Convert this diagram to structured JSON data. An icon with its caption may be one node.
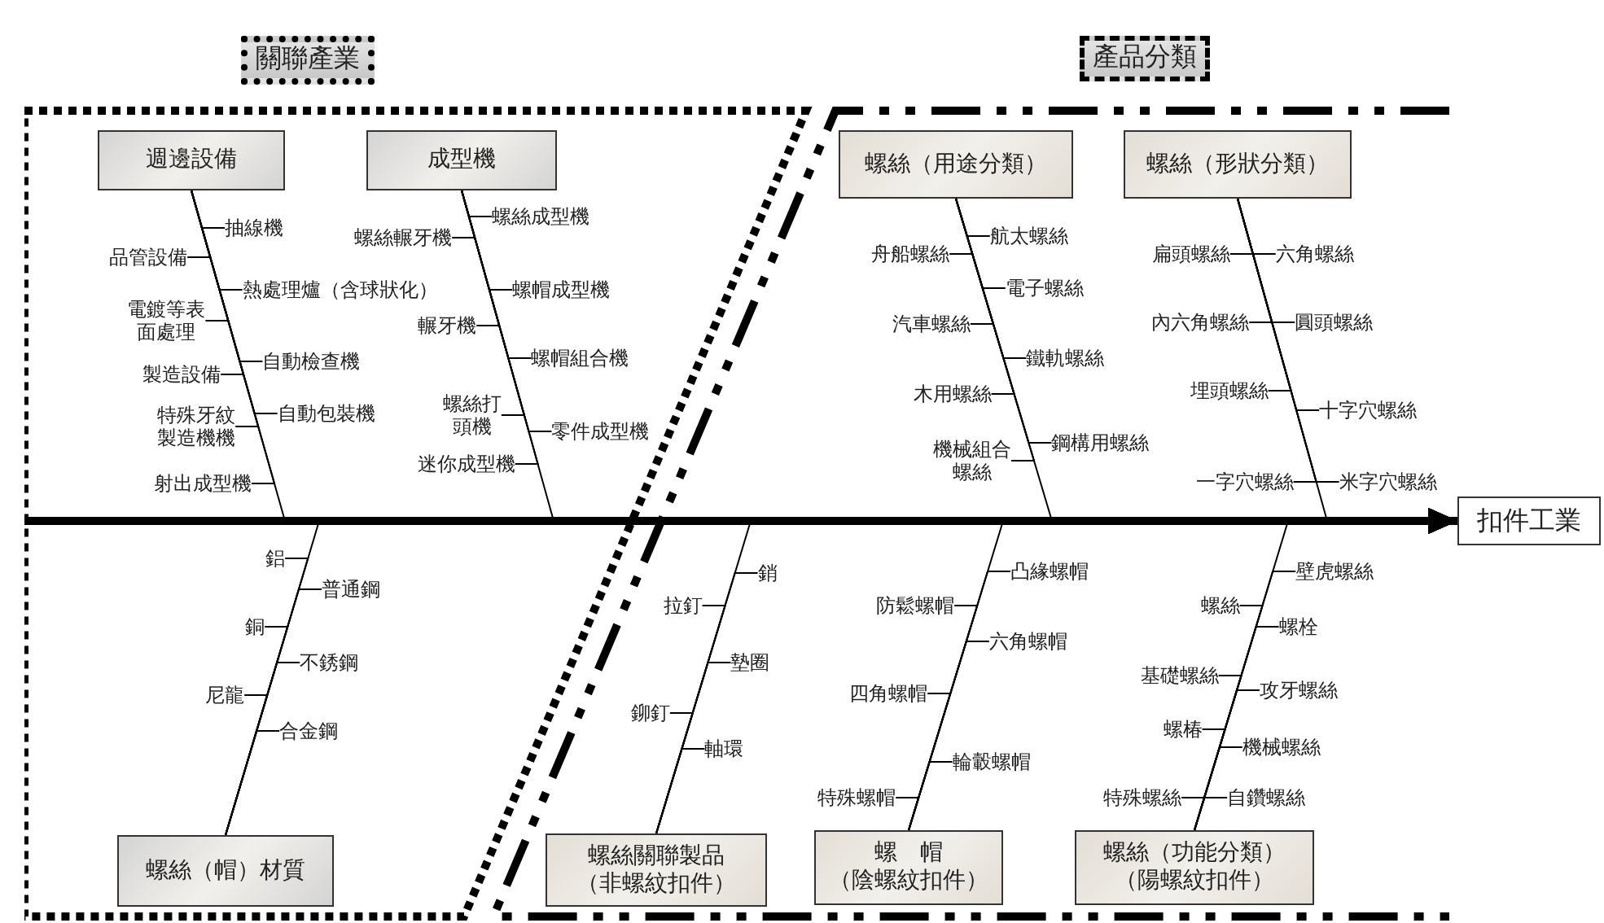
{
  "diagram": {
    "nodes": [
      {
        "text": [
          "關聯產業"
        ]
      },
      {
        "text": [
          "產品分類"
        ]
      },
      {
        "text": [
          "扣件工業"
        ]
      },
      {
        "text": [
          "週邊設備"
        ],
        "in": 0
      },
      {
        "text": [
          "成型機"
        ],
        "in": 0
      },
      {
        "text": [
          "螺絲（用途分類）"
        ],
        "in": 1
      },
      {
        "text": [
          "螺絲（形狀分類）"
        ],
        "in": 1
      },
      {
        "text": [
          "螺絲（帽）材質"
        ],
        "in": 0
      },
      {
        "text": [
          "螺絲關聯製品",
          "（非螺紋扣件）"
        ],
        "in": 1
      },
      {
        "text": [
          "螺　帽",
          "（陰螺紋扣件）"
        ],
        "in": 1
      },
      {
        "text": [
          "螺絲（功能分類）",
          "（陽螺紋扣件）"
        ],
        "in": 1
      },
      {
        "text": [
          "抽線機"
        ],
        "in": 0
      },
      {
        "text": [
          "品管設備"
        ],
        "in": 0
      },
      {
        "text": [
          "熱處理爐（含球狀化）"
        ],
        "in": 0
      },
      {
        "text": [
          "電鍍等表面處理"
        ],
        "in": 0
      },
      {
        "text": [
          "自動檢查機"
        ],
        "in": 0
      },
      {
        "text": [
          "製造設備"
        ],
        "in": 0
      },
      {
        "text": [
          "自動包裝機"
        ],
        "in": 0
      },
      {
        "text": [
          "特殊牙紋製造機機"
        ],
        "in": 0
      },
      {
        "text": [
          "射出成型機"
        ],
        "in": 0
      },
      {
        "text": [
          "螺絲成型機"
        ]
      },
      {
        "text": [
          "螺絲輾牙機"
        ],
        "in": 0
      },
      {
        "text": [
          "螺帽成型機"
        ]
      },
      {
        "text": [
          "輾牙機"
        ],
        "in": 0
      },
      {
        "text": [
          "螺帽組合機"
        ]
      },
      {
        "text": [
          "螺絲打頭機"
        ],
        "in": 0
      },
      {
        "text": [
          "零件成型機"
        ]
      },
      {
        "text": [
          "迷你成型機"
        ],
        "in": 0
      },
      {
        "text": [
          "航太螺絲"
        ],
        "in": 1
      },
      {
        "text": [
          "舟船螺絲"
        ],
        "in": 1
      },
      {
        "text": [
          "電子螺絲"
        ],
        "in": 1
      },
      {
        "text": [
          "汽車螺絲"
        ],
        "in": 1
      },
      {
        "text": [
          "鐵軌螺絲"
        ],
        "in": 1
      },
      {
        "text": [
          "木用螺絲"
        ],
        "in": 1
      },
      {
        "text": [
          "鋼構用螺絲"
        ],
        "in": 1
      },
      {
        "text": [
          "機械組合螺絲"
        ],
        "in": 1
      },
      {
        "text": [
          "扁頭螺絲"
        ],
        "in": 1
      },
      {
        "text": [
          "六角螺絲"
        ],
        "in": 1
      },
      {
        "text": [
          "內六角螺絲"
        ],
        "in": 1
      },
      {
        "text": [
          "圓頭螺絲"
        ],
        "in": 1
      },
      {
        "text": [
          "埋頭螺絲"
        ],
        "in": 1
      },
      {
        "text": [
          "十字穴螺絲"
        ],
        "in": 1
      },
      {
        "text": [
          "一字穴螺絲"
        ],
        "in": 1
      },
      {
        "text": [
          "米字穴螺絲"
        ],
        "in": 1
      },
      {
        "text": [
          "鋁"
        ],
        "in": 0
      },
      {
        "text": [
          "普通鋼"
        ],
        "in": 0
      },
      {
        "text": [
          "銅"
        ],
        "in": 0
      },
      {
        "text": [
          "不銹鋼"
        ],
        "in": 0
      },
      {
        "text": [
          "尼龍"
        ],
        "in": 0
      },
      {
        "text": [
          "合金鋼"
        ],
        "in": 0
      },
      {
        "text": [
          "銷"
        ],
        "in": 1
      },
      {
        "text": [
          "拉釘"
        ],
        "in": 1
      },
      {
        "text": [
          "墊圈"
        ],
        "in": 1
      },
      {
        "text": [
          "鉚釘"
        ],
        "in": 1
      },
      {
        "text": [
          "軸環"
        ],
        "in": 1
      },
      {
        "text": [
          "凸緣螺帽"
        ],
        "in": 1
      },
      {
        "text": [
          "防鬆螺帽"
        ],
        "in": 1
      },
      {
        "text": [
          "六角螺帽"
        ],
        "in": 1
      },
      {
        "text": [
          "四角螺帽"
        ],
        "in": 1
      },
      {
        "text": [
          "輪轂螺帽"
        ],
        "in": 1
      },
      {
        "text": [
          "特殊螺帽"
        ],
        "in": 1
      },
      {
        "text": [
          "壁虎螺絲"
        ],
        "in": 1
      },
      {
        "text": [
          "螺絲"
        ],
        "in": 1
      },
      {
        "text": [
          "螺栓"
        ],
        "in": 1
      },
      {
        "text": [
          "基礎螺絲"
        ],
        "in": 1
      },
      {
        "text": [
          "攻牙螺絲"
        ],
        "in": 1
      },
      {
        "text": [
          "螺椿"
        ],
        "in": 1
      },
      {
        "text": [
          "機械螺絲"
        ],
        "in": 1
      },
      {
        "text": [
          "特殊螺絲"
        ],
        "in": 1
      },
      {
        "text": [
          "自鑽螺絲"
        ],
        "in": 1
      }
    ],
    "edges": [
      {
        "from": 0,
        "to": 2,
        "arrow": "to",
        "style": "thick"
      },
      {
        "from": 3,
        "to": 2,
        "arrow": "to"
      },
      {
        "from": 4,
        "to": 2,
        "arrow": "to"
      },
      {
        "from": 5,
        "to": 2,
        "arrow": "to"
      },
      {
        "from": 6,
        "to": 2,
        "arrow": "to"
      },
      {
        "from": 7,
        "to": 2,
        "arrow": "to"
      },
      {
        "from": 8,
        "to": 2,
        "arrow": "to"
      },
      {
        "from": 9,
        "to": 2,
        "arrow": "to"
      },
      {
        "from": 10,
        "to": 2,
        "arrow": "to"
      },
      {
        "from": 11,
        "to": 3,
        "arrow": "none"
      },
      {
        "from": 12,
        "to": 3,
        "arrow": "none"
      },
      {
        "from": 13,
        "to": 3,
        "arrow": "none"
      },
      {
        "from": 14,
        "to": 3,
        "arrow": "none"
      },
      {
        "from": 15,
        "to": 3,
        "arrow": "none"
      },
      {
        "from": 16,
        "to": 3,
        "arrow": "none"
      },
      {
        "from": 17,
        "to": 3,
        "arrow": "none"
      },
      {
        "from": 18,
        "to": 3,
        "arrow": "none"
      },
      {
        "from": 19,
        "to": 3,
        "arrow": "none"
      },
      {
        "from": 20,
        "to": 4,
        "arrow": "none"
      },
      {
        "from": 21,
        "to": 4,
        "arrow": "none"
      },
      {
        "from": 22,
        "to": 4,
        "arrow": "none"
      },
      {
        "from": 23,
        "to": 4,
        "arrow": "none"
      },
      {
        "from": 24,
        "to": 4,
        "arrow": "none"
      },
      {
        "from": 25,
        "to": 4,
        "arrow": "none"
      },
      {
        "from": 26,
        "to": 4,
        "arrow": "none"
      },
      {
        "from": 27,
        "to": 4,
        "arrow": "none"
      },
      {
        "from": 28,
        "to": 5,
        "arrow": "none"
      },
      {
        "from": 29,
        "to": 5,
        "arrow": "none"
      },
      {
        "from": 30,
        "to": 5,
        "arrow": "none"
      },
      {
        "from": 31,
        "to": 5,
        "arrow": "none"
      },
      {
        "from": 32,
        "to": 5,
        "arrow": "none"
      },
      {
        "from": 33,
        "to": 5,
        "arrow": "none"
      },
      {
        "from": 34,
        "to": 5,
        "arrow": "none"
      },
      {
        "from": 35,
        "to": 5,
        "arrow": "none"
      },
      {
        "from": 36,
        "to": 6,
        "arrow": "none"
      },
      {
        "from": 37,
        "to": 6,
        "arrow": "none"
      },
      {
        "from": 38,
        "to": 6,
        "arrow": "none"
      },
      {
        "from": 39,
        "to": 6,
        "arrow": "none"
      },
      {
        "from": 40,
        "to": 6,
        "arrow": "none"
      },
      {
        "from": 41,
        "to": 6,
        "arrow": "none"
      },
      {
        "from": 42,
        "to": 6,
        "arrow": "none"
      },
      {
        "from": 43,
        "to": 6,
        "arrow": "none"
      },
      {
        "from": 44,
        "to": 7,
        "arrow": "none"
      },
      {
        "from": 45,
        "to": 7,
        "arrow": "none"
      },
      {
        "from": 46,
        "to": 7,
        "arrow": "none"
      },
      {
        "from": 47,
        "to": 7,
        "arrow": "none"
      },
      {
        "from": 48,
        "to": 7,
        "arrow": "none"
      },
      {
        "from": 49,
        "to": 7,
        "arrow": "none"
      },
      {
        "from": 50,
        "to": 8,
        "arrow": "none"
      },
      {
        "from": 51,
        "to": 8,
        "arrow": "none"
      },
      {
        "from": 52,
        "to": 8,
        "arrow": "none"
      },
      {
        "from": 53,
        "to": 8,
        "arrow": "none"
      },
      {
        "from": 54,
        "to": 8,
        "arrow": "none"
      },
      {
        "from": 55,
        "to": 9,
        "arrow": "none"
      },
      {
        "from": 56,
        "to": 9,
        "arrow": "none"
      },
      {
        "from": 57,
        "to": 9,
        "arrow": "none"
      },
      {
        "from": 58,
        "to": 9,
        "arrow": "none"
      },
      {
        "from": 59,
        "to": 9,
        "arrow": "none"
      },
      {
        "from": 60,
        "to": 9,
        "arrow": "none"
      },
      {
        "from": 61,
        "to": 10,
        "arrow": "none"
      },
      {
        "from": 62,
        "to": 10,
        "arrow": "none"
      },
      {
        "from": 63,
        "to": 10,
        "arrow": "none"
      },
      {
        "from": 64,
        "to": 10,
        "arrow": "none"
      },
      {
        "from": 65,
        "to": 10,
        "arrow": "none"
      },
      {
        "from": 66,
        "to": 10,
        "arrow": "none"
      },
      {
        "from": 67,
        "to": 10,
        "arrow": "none"
      },
      {
        "from": 68,
        "to": 10,
        "arrow": "none"
      },
      {
        "from": 69,
        "to": 10,
        "arrow": "none"
      }
    ]
  }
}
